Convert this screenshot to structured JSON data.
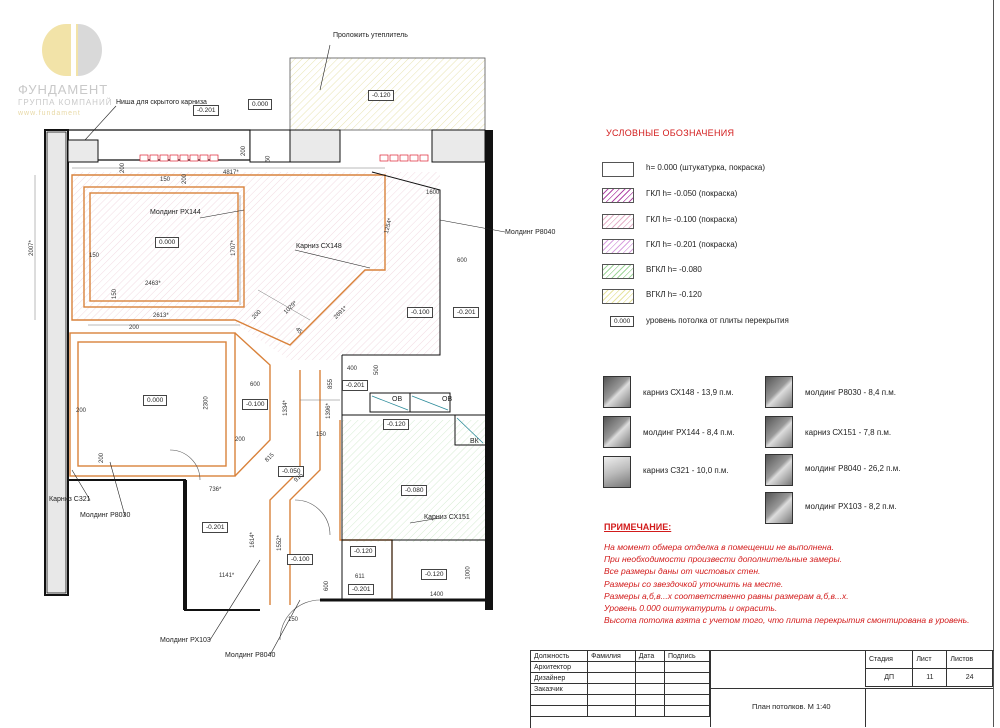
{
  "logo": {
    "name": "ФУНДАМЕНТ",
    "sub": "ГРУППА КОМПАНИЙ",
    "site": "www.fundament"
  },
  "plan": {
    "labels": {
      "insulation": "Проложить утеплитель",
      "niche": "Ниша для скрытого карниза",
      "molding_rx144": "Молдинг РХ144",
      "cornice_cx148": "Карниз СХ148",
      "molding_p8040_right": "Молдинг Р8040",
      "cornice_c321": "Карниз С321",
      "molding_p8030": "Молдинг Р8030",
      "molding_rx103": "Молдинг РХ103",
      "molding_p8040_bottom": "Молдинг Р8040",
      "cornice_cx151": "Карниз СХ151",
      "ov1": "ОВ",
      "ov2": "ОВ",
      "vk": "ВК"
    },
    "levels": {
      "balcony": "-0.120",
      "top_box": "0.000",
      "niche_box": "-0.201",
      "room1": "0.000",
      "room2": "0.000",
      "center": "-0.100",
      "right": "-0.201",
      "corridor_a": "-0.100",
      "corridor_b": "-0.201",
      "hall": "-0.050",
      "hall2": "-0.120",
      "bath": "-0.080",
      "left_bottom": "-0.201",
      "bottom_mid": "-0.100",
      "wc1": "-0.120",
      "wc2": "-0.120",
      "wc3": "-0.201"
    },
    "dims": {
      "d4817": "4817*",
      "d200a": "200",
      "d50": "50",
      "d150a": "150",
      "d200b": "200",
      "d1600": "1600",
      "d1254": "1254*",
      "d600a": "600",
      "d2007": "2007*",
      "d150b": "150",
      "d1707": "1707*",
      "d2463": "2463*",
      "d150c": "150",
      "d2613": "2613*",
      "d200c": "200",
      "d1029": "1029*",
      "d2691": "2691*",
      "d45": "45",
      "d200d": "200",
      "d2300": "2300",
      "d600b": "600",
      "d200e": "200",
      "d200f": "200",
      "d400": "400",
      "d855": "855",
      "d500a": "500",
      "d1334": "1334*",
      "d1396": "1396*",
      "d150d": "150",
      "d815": "815",
      "d915": "915",
      "d736": "736*",
      "d1614": "1614*",
      "d1552": "1552*",
      "d1141": "1141*",
      "d611": "611",
      "d600c": "600",
      "d1400": "1400",
      "d1000": "1000",
      "d150e": "150",
      "d200g": "200",
      "d200h": "200"
    }
  },
  "legend": {
    "title": "УСЛОВНЫЕ ОБОЗНАЧЕНИЯ",
    "items": [
      {
        "label": "h= 0.000 (штукатурка, покраска)",
        "color": "#ffffff",
        "stripe": ""
      },
      {
        "label": "ГКЛ h= -0.050 (покраска)",
        "color": "#ffffff",
        "stripe": "#b24aa8"
      },
      {
        "label": "ГКЛ h= -0.100 (покраска)",
        "color": "#ffffff",
        "stripe": "#e6b2c9"
      },
      {
        "label": "ГКЛ h= -0.201 (покраска)",
        "color": "#ffffff",
        "stripe": "#d9a2e0"
      },
      {
        "label": "ВГКЛ h= -0.080",
        "color": "#ffffff",
        "stripe": "#9fd69a"
      },
      {
        "label": "ВГКЛ h= -0.120",
        "color": "#ffffff",
        "stripe": "#e8e4a0"
      }
    ],
    "level_box": "0.000",
    "level_label": "уровень потолка от плиты перекрытия"
  },
  "materials": [
    {
      "label": "карниз СХ148 - 13,9 п.м."
    },
    {
      "label": "молдинг РХ144 - 8,4 п.м."
    },
    {
      "label": "карниз С321 - 10,0 п.м."
    },
    {
      "label": "молдинг Р8030 -  8,4 п.м."
    },
    {
      "label": "карниз СХ151 - 7,8 п.м."
    },
    {
      "label": "молдинг Р8040 - 26,2 п.м."
    },
    {
      "label": "молдинг  РХ103 - 8,2 п.м."
    }
  ],
  "notes": {
    "title": "ПРИМЕЧАНИЕ:",
    "lines": [
      "На момент обмера отделка в помещении не выполнена.",
      "При необходимости произвести дополнительные замеры.",
      "Все размеры даны от чистовых стен.",
      "Размеры со звездочкой уточнить на месте.",
      "Размеры а,б,в...х соответственно равны размерам а,б,в...х.",
      "Уровень 0.000 оштукатурить и окрасить.",
      "Высота потолка взята с учетом того, что плита перекрытия смонтирована в уровень."
    ]
  },
  "titleblock": {
    "col_role": "Должность",
    "col_name": "Фамилия",
    "col_date": "Дата",
    "col_sign": "Подпись",
    "role1": "Архитектор",
    "role2": "Дизайнер",
    "role3": "Заказчик",
    "stage_h": "Стадия",
    "sheet_h": "Лист",
    "sheets_h": "Листов",
    "stage": "ДП",
    "sheet": "11",
    "sheets": "24",
    "drawing": "План потолков. М 1:40"
  }
}
